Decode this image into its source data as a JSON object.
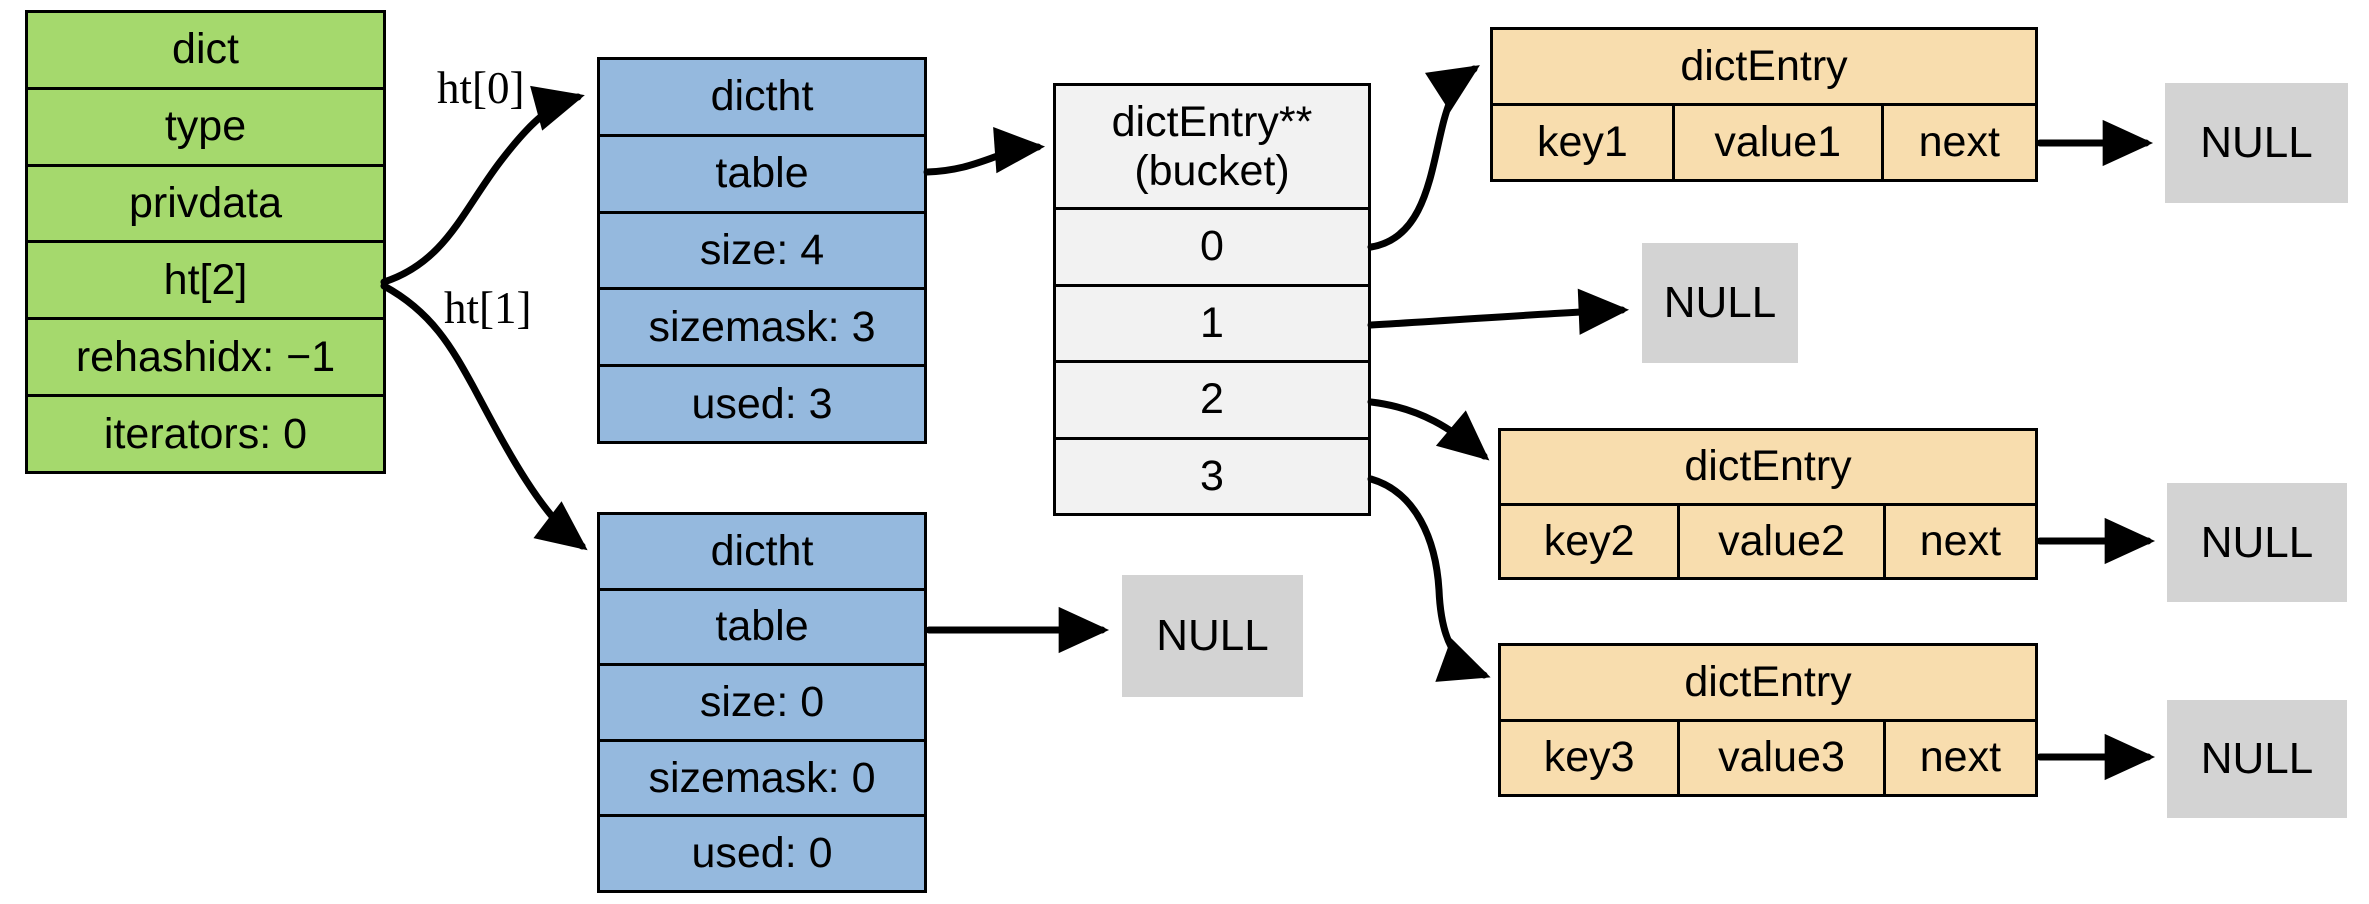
{
  "colors": {
    "dict_green": "#a5d96d",
    "dictht_blue": "#95b9de",
    "entry_orange": "#f8ddae",
    "bucket_gray": "#f2f2f2",
    "null_gray": "#d3d3d3",
    "line_black": "#000000"
  },
  "dict_table": {
    "rows": [
      "dict",
      "type",
      "privdata",
      "ht[2]",
      "rehashidx: −1",
      "iterators: 0"
    ]
  },
  "pointer_labels": {
    "ht0": "ht[0]",
    "ht1": "ht[1]"
  },
  "hashtables": [
    {
      "rows": [
        "dictht",
        "table",
        "size: 4",
        "sizemask: 3",
        "used: 3"
      ]
    },
    {
      "rows": [
        "dictht",
        "table",
        "size: 0",
        "sizemask: 0",
        "used: 0"
      ]
    }
  ],
  "bucket": {
    "header_line1": "dictEntry**",
    "header_line2": "(bucket)",
    "slots": [
      "0",
      "1",
      "2",
      "3"
    ]
  },
  "entries": [
    {
      "title": "dictEntry",
      "key": "key1",
      "value": "value1",
      "next": "next"
    },
    {
      "title": "dictEntry",
      "key": "key2",
      "value": "value2",
      "next": "next"
    },
    {
      "title": "dictEntry",
      "key": "key3",
      "value": "value3",
      "next": "next"
    }
  ],
  "null_labels": [
    "NULL",
    "NULL",
    "NULL",
    "NULL",
    "NULL"
  ]
}
